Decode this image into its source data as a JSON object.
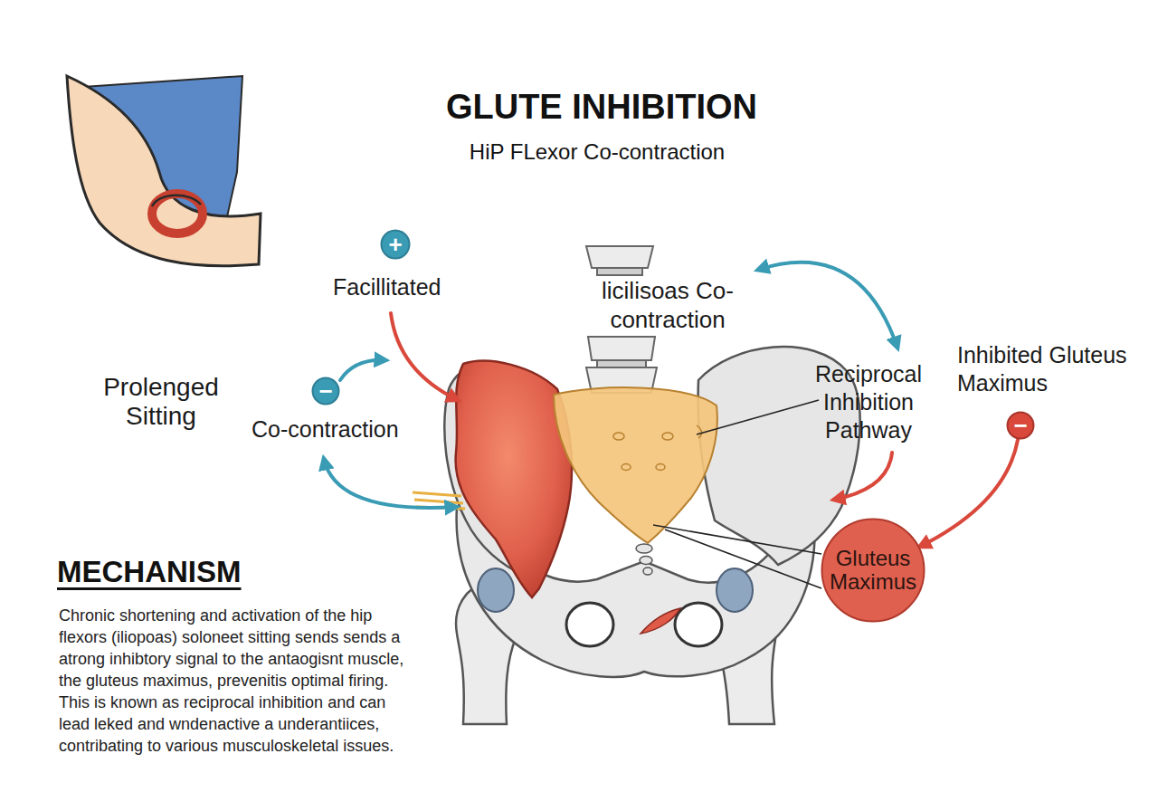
{
  "diagram": {
    "title": "GLUTE INHIBITION",
    "nodes": [
      {
        "text": [
          "+"
        ]
      },
      {
        "text": [
          "−"
        ]
      },
      {
        "text": [
          "−"
        ]
      },
      {
        "text": [
          "Gluteus Maximus"
        ]
      }
    ],
    "edges": [
      {
        "from": 2,
        "to": 3,
        "arrow": "to"
      }
    ],
    "labels": [
      "HiP FLexor Co-contraction",
      "Facillitated",
      "Prolenged Sitting",
      "Co-contraction",
      "licilisoas Co-contraction",
      "Reciprocal Inhibition Pathway",
      "Inhibited Gluteus Maximus",
      "MECHANISM",
      "Chronic shortening and activation of the hip flexors (iliopoas) soloneet sitting sends sends a atrong inhibtory signal to the antaogisnt muscle, the gluteus maximus, prevenitis optimal firing. This is known as reciprocal inhibition and can lead leked and wndenactive a underantiices, contribating to various musculoskeletal issues."
    ]
  }
}
